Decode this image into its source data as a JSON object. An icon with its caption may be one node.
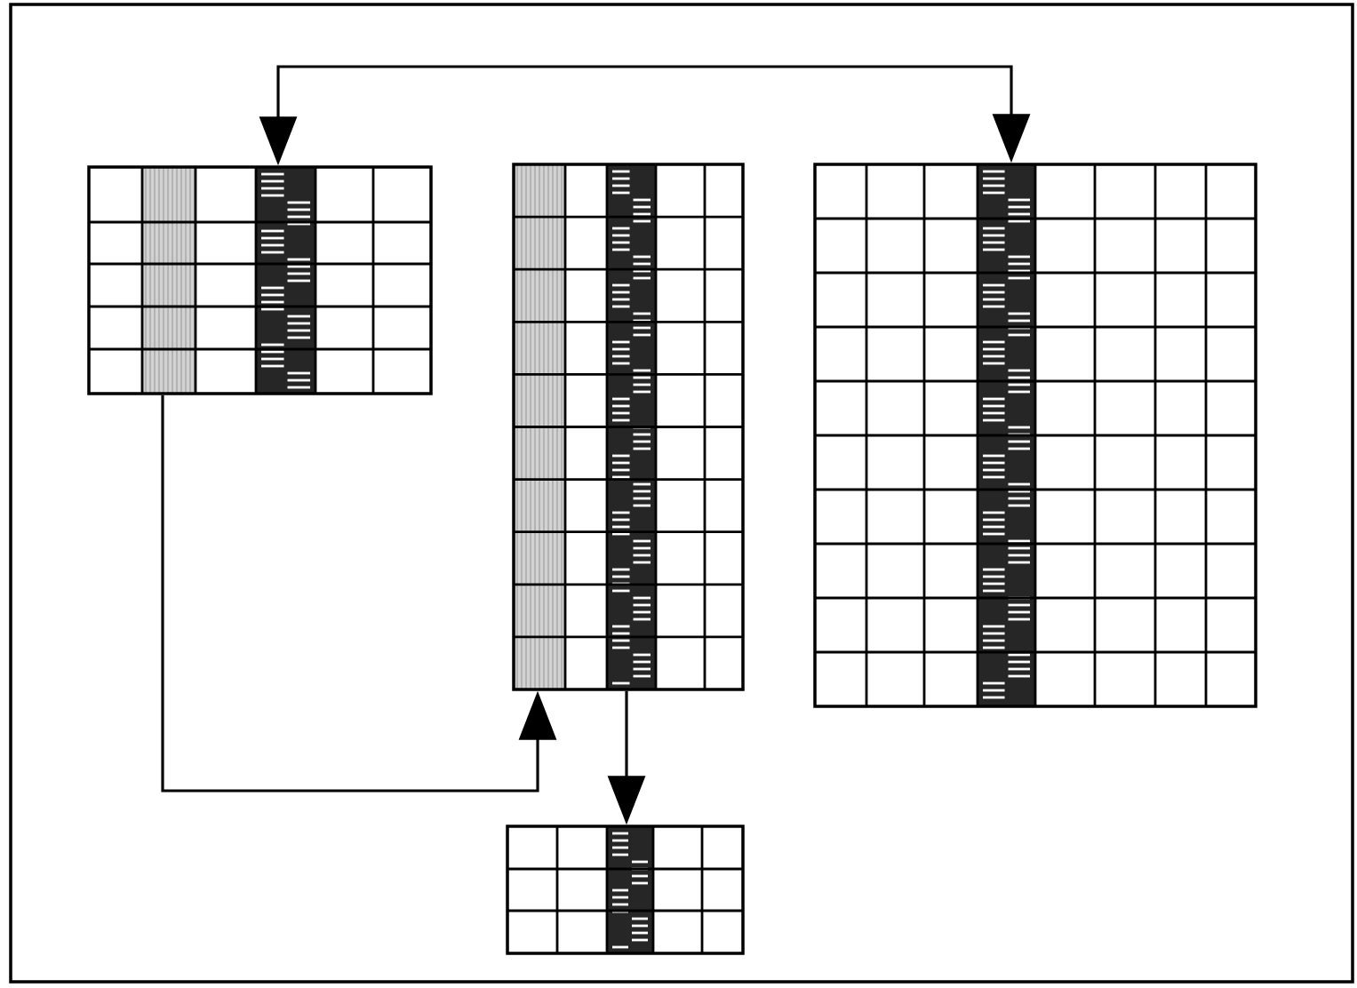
{
  "diagram": {
    "nodes": [
      {
        "text": [],
        "shape": "grid"
      },
      {
        "text": [],
        "shape": "grid"
      },
      {
        "text": [],
        "shape": "grid"
      },
      {
        "text": [],
        "shape": "grid"
      }
    ],
    "edges": [
      {
        "from": 0,
        "to": 2,
        "arrow": "both"
      },
      {
        "from": 0,
        "to": 1,
        "arrow": "to"
      },
      {
        "from": 1,
        "to": 3,
        "arrow": "to"
      }
    ]
  }
}
